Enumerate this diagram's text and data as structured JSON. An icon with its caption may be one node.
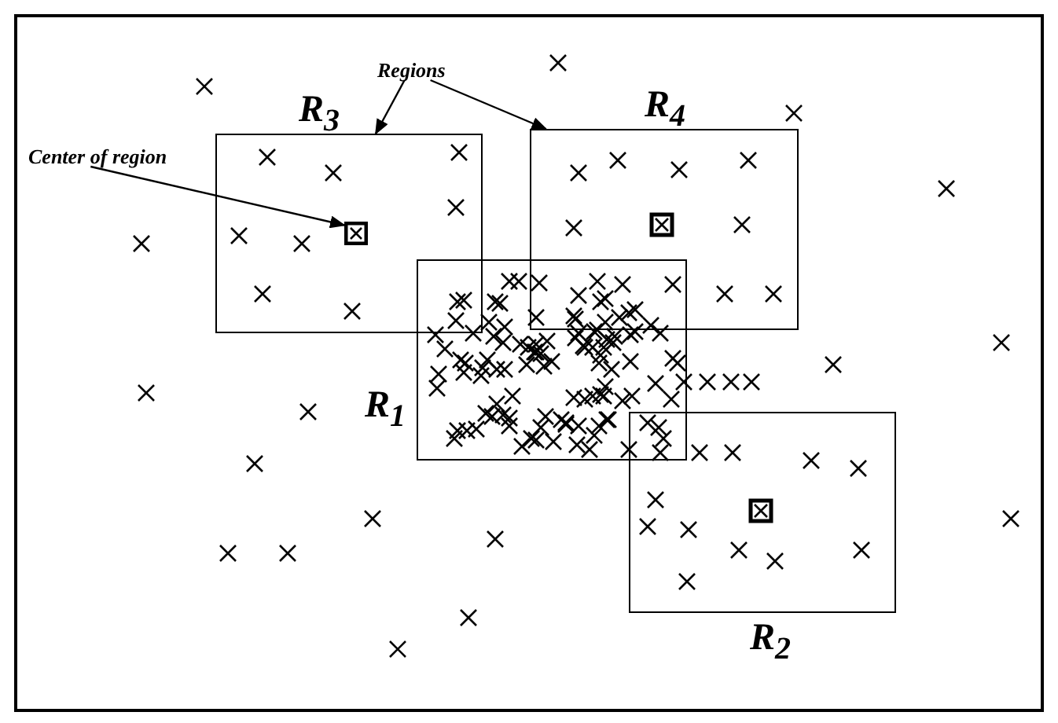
{
  "diagram": {
    "nodes": [
      {
        "text": [
          "R$_{3}$"
        ]
      },
      {
        "text": [
          "R$_{4}$"
        ]
      },
      {
        "text": [
          "R$_{1}$"
        ]
      },
      {
        "text": [
          "R$_{2}$"
        ]
      },
      {
        "text": [
          "Regions"
        ]
      },
      {
        "text": [
          "Center of region"
        ]
      },
      {
        "text": [],
        "shape": "box",
        "in": 0
      }
    ],
    "edges": [
      {
        "from": 4,
        "to": 0,
        "arrow": "to"
      },
      {
        "from": 4,
        "to": 1,
        "arrow": "to"
      },
      {
        "from": 5,
        "to": 6,
        "arrow": "to"
      }
    ]
  }
}
